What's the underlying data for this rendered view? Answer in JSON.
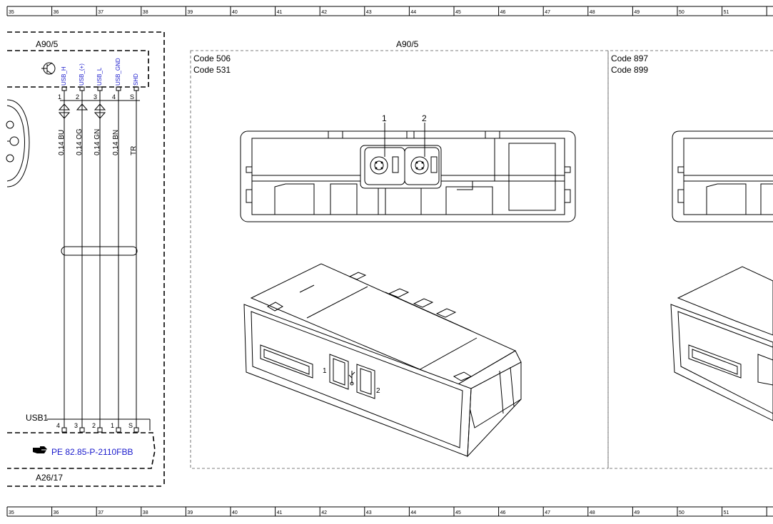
{
  "ruler": {
    "numbers": [
      "35",
      "36",
      "37",
      "38",
      "39",
      "40",
      "41",
      "42",
      "43",
      "44",
      "45",
      "46",
      "47",
      "48",
      "49",
      "50",
      "51"
    ]
  },
  "left_panel": {
    "module_top_label": "A90/5",
    "pins": [
      {
        "num": "1",
        "signal": "USB_H",
        "wire": "0,14 BU"
      },
      {
        "num": "2",
        "signal": "USB_(+)",
        "wire": "0,14 OG"
      },
      {
        "num": "3",
        "signal": "USB_L",
        "wire": "0,14 GN"
      },
      {
        "num": "4",
        "signal": "USB_GND",
        "wire": "0,14 BN"
      },
      {
        "num": "S",
        "signal": "SHD",
        "wire": "TR"
      }
    ],
    "bottom_connector_label": "USB1",
    "bottom_pins": [
      "4",
      "3",
      "2",
      "1",
      "S"
    ],
    "reference": "PE 82.85-P-2110FBB",
    "module_bottom_label": "A26/17"
  },
  "center_panel": {
    "title": "A90/5",
    "codes": [
      "Code 506",
      "Code 531"
    ],
    "callouts": [
      "1",
      "2"
    ],
    "port_labels": [
      "1",
      "2"
    ]
  },
  "right_panel": {
    "codes": [
      "Code 897",
      "Code 899"
    ]
  },
  "colors": {
    "line": "#000000",
    "signal_text": "#1a1acc",
    "background": "#ffffff"
  }
}
